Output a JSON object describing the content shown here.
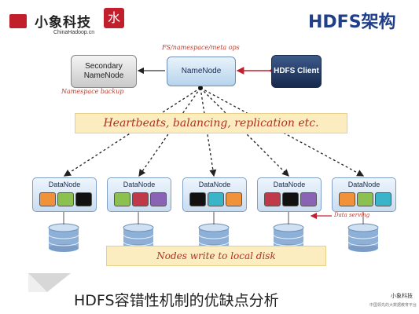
{
  "header": {
    "logo_cn": "小象科技",
    "logo_en": "ChinaHadoop.cn",
    "logo_glyph": "水",
    "title": "HDFS架构"
  },
  "nodes": {
    "secondary": "Secondary NameNode",
    "namenode": "NameNode",
    "client": "HDFS Client",
    "datanode": "DataNode"
  },
  "annotations": {
    "fs_meta": "FS/namespace/meta ops",
    "ns_backup": "Namespace backup",
    "heartbeats": "Heartbeats, balancing, replication etc.",
    "data_serving": "Data serving",
    "write_disk": "Nodes write to local disk"
  },
  "caption": "HDFS容错性机制的优缺点分析",
  "watermark": {
    "line1": "小象科技",
    "line2": "中国领先的大数据教育平台"
  },
  "colors": {
    "orange": "#f0923a",
    "green": "#8cc152",
    "black": "#111111",
    "red": "#c0394b",
    "purple": "#8a63b5",
    "teal": "#3ab4c8",
    "accent_red": "#c21f2d",
    "title_blue": "#1f3f8a"
  },
  "datanodes": [
    {
      "blocks": [
        "orange",
        "green",
        "black"
      ]
    },
    {
      "blocks": [
        "green",
        "red",
        "purple"
      ]
    },
    {
      "blocks": [
        "black",
        "teal",
        "orange"
      ]
    },
    {
      "blocks": [
        "red",
        "black",
        "purple"
      ]
    },
    {
      "blocks": [
        "orange",
        "green",
        "teal"
      ]
    }
  ]
}
